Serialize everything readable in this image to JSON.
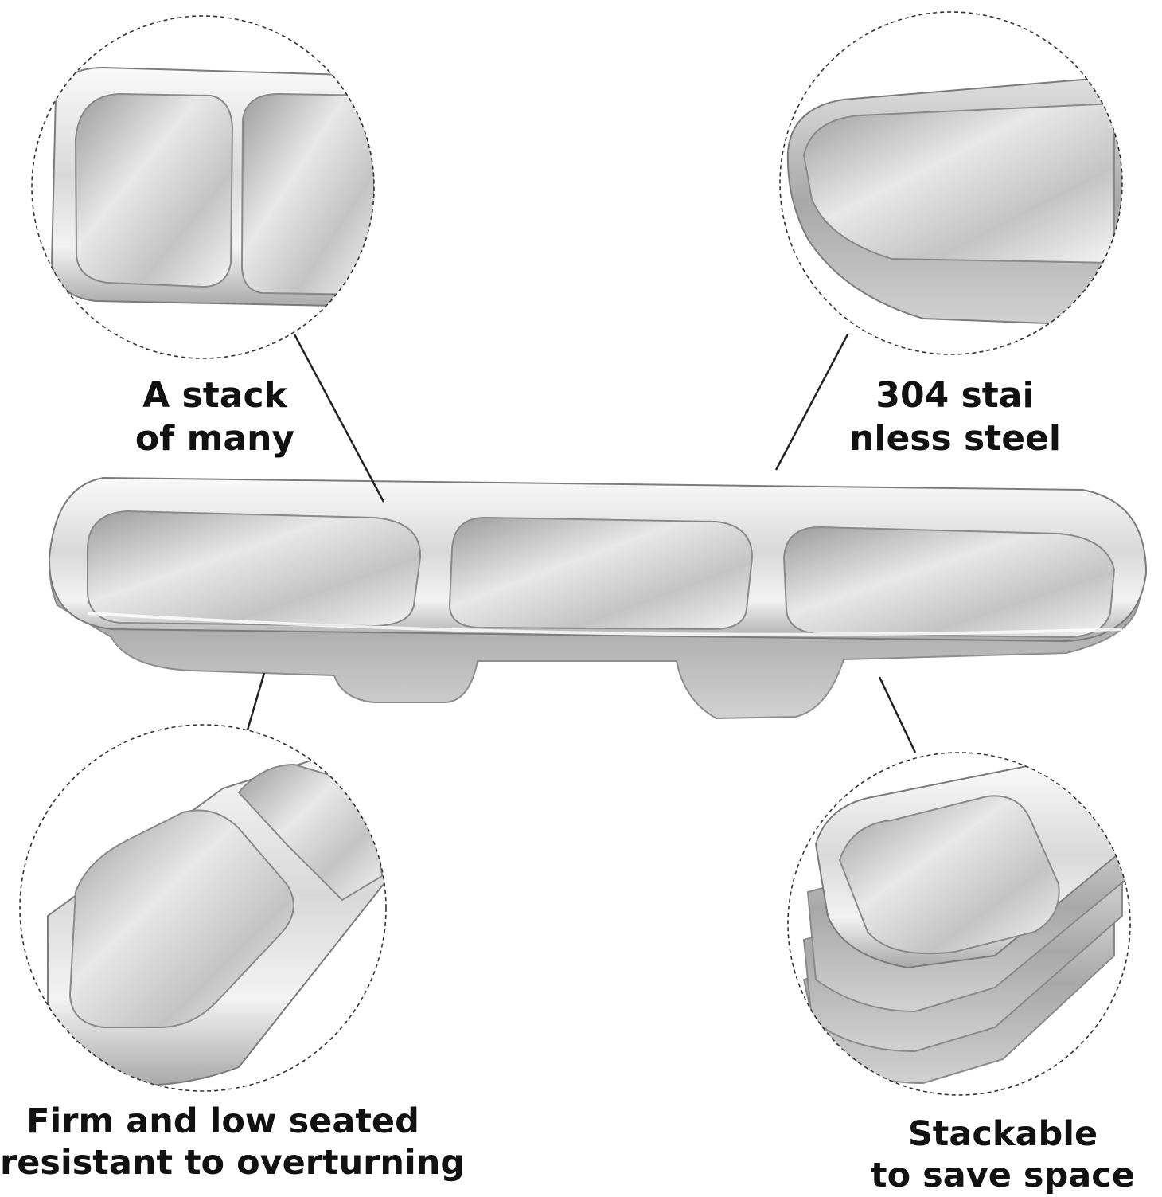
{
  "captions": {
    "top_left": {
      "line1": "A stack",
      "line2": "of many"
    },
    "top_right": {
      "line1": "304 stai",
      "line2": "nless steel"
    },
    "bottom_left": {
      "line1": "Firm and low seated",
      "line2": "resistant to overturning"
    },
    "bottom_right": {
      "line1": "Stackable",
      "line2": "to save space"
    }
  },
  "colors": {
    "background": "#ffffff",
    "text": "#111111",
    "steel_light": "#f2f2f2",
    "steel_mid": "#c9c9c9",
    "steel_dark": "#8a8a8a",
    "leader_line": "#222222"
  }
}
